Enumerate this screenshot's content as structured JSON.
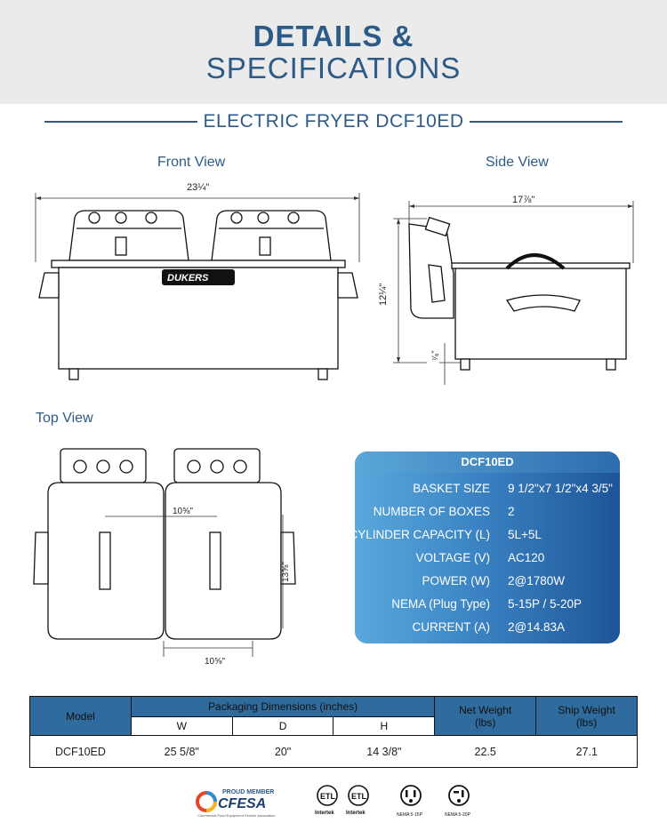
{
  "header": {
    "line1": "DETAILS &",
    "line2": "SPECIFICATIONS"
  },
  "product_title": "ELECTRIC FRYER DCF10ED",
  "views": {
    "front": {
      "label": "Front View",
      "width_dim": "23¼\""
    },
    "side": {
      "label": "Side View",
      "depth_dim": "17⅞\"",
      "height_dim": "12¼\"",
      "leg_dim": "⁷⁄₈\""
    },
    "top": {
      "label": "Top View",
      "basket_dim": "10⅝\"",
      "depth_dim": "13⅝\"",
      "width_dim": "10⅝\""
    }
  },
  "brand": "DUKERS",
  "specs": {
    "title": "DCF10ED",
    "rows": [
      {
        "label": "BASKET SIZE",
        "value": "9 1/2\"x7 1/2\"x4 3/5\""
      },
      {
        "label": "NUMBER OF BOXES",
        "value": "2"
      },
      {
        "label": "CYLINDER CAPACITY (L)",
        "value": "5L+5L"
      },
      {
        "label": "VOLTAGE (V)",
        "value": "AC120"
      },
      {
        "label": "POWER (W)",
        "value": "2@1780W"
      },
      {
        "label": "NEMA (Plug Type)",
        "value": "5-15P / 5-20P"
      },
      {
        "label": "CURRENT (A)",
        "value": "2@14.83A"
      }
    ]
  },
  "packaging": {
    "headers": {
      "model": "Model",
      "dims": "Packaging Dimensions (inches)",
      "w": "W",
      "d": "D",
      "h": "H",
      "net": "Net Weight\n(lbs)",
      "ship": "Ship Weight\n(lbs)"
    },
    "row": {
      "model": "DCF10ED",
      "w": "25 5/8\"",
      "d": "20\"",
      "h": "14 3/8\"",
      "net": "22.5",
      "ship": "27.1"
    }
  },
  "logos": {
    "cfesa_top": "PROUD MEMBER",
    "cfesa": "CFESA",
    "cfesa_sub": "Commercial Food Equipment Service Association",
    "etl1": "Intertek",
    "etl2": "Intertek",
    "nema1": "NEMA 5-15P",
    "nema2": "NEMA 5-20P"
  },
  "colors": {
    "brand_blue": "#2d5b87",
    "table_header": "#2f6b9c"
  }
}
